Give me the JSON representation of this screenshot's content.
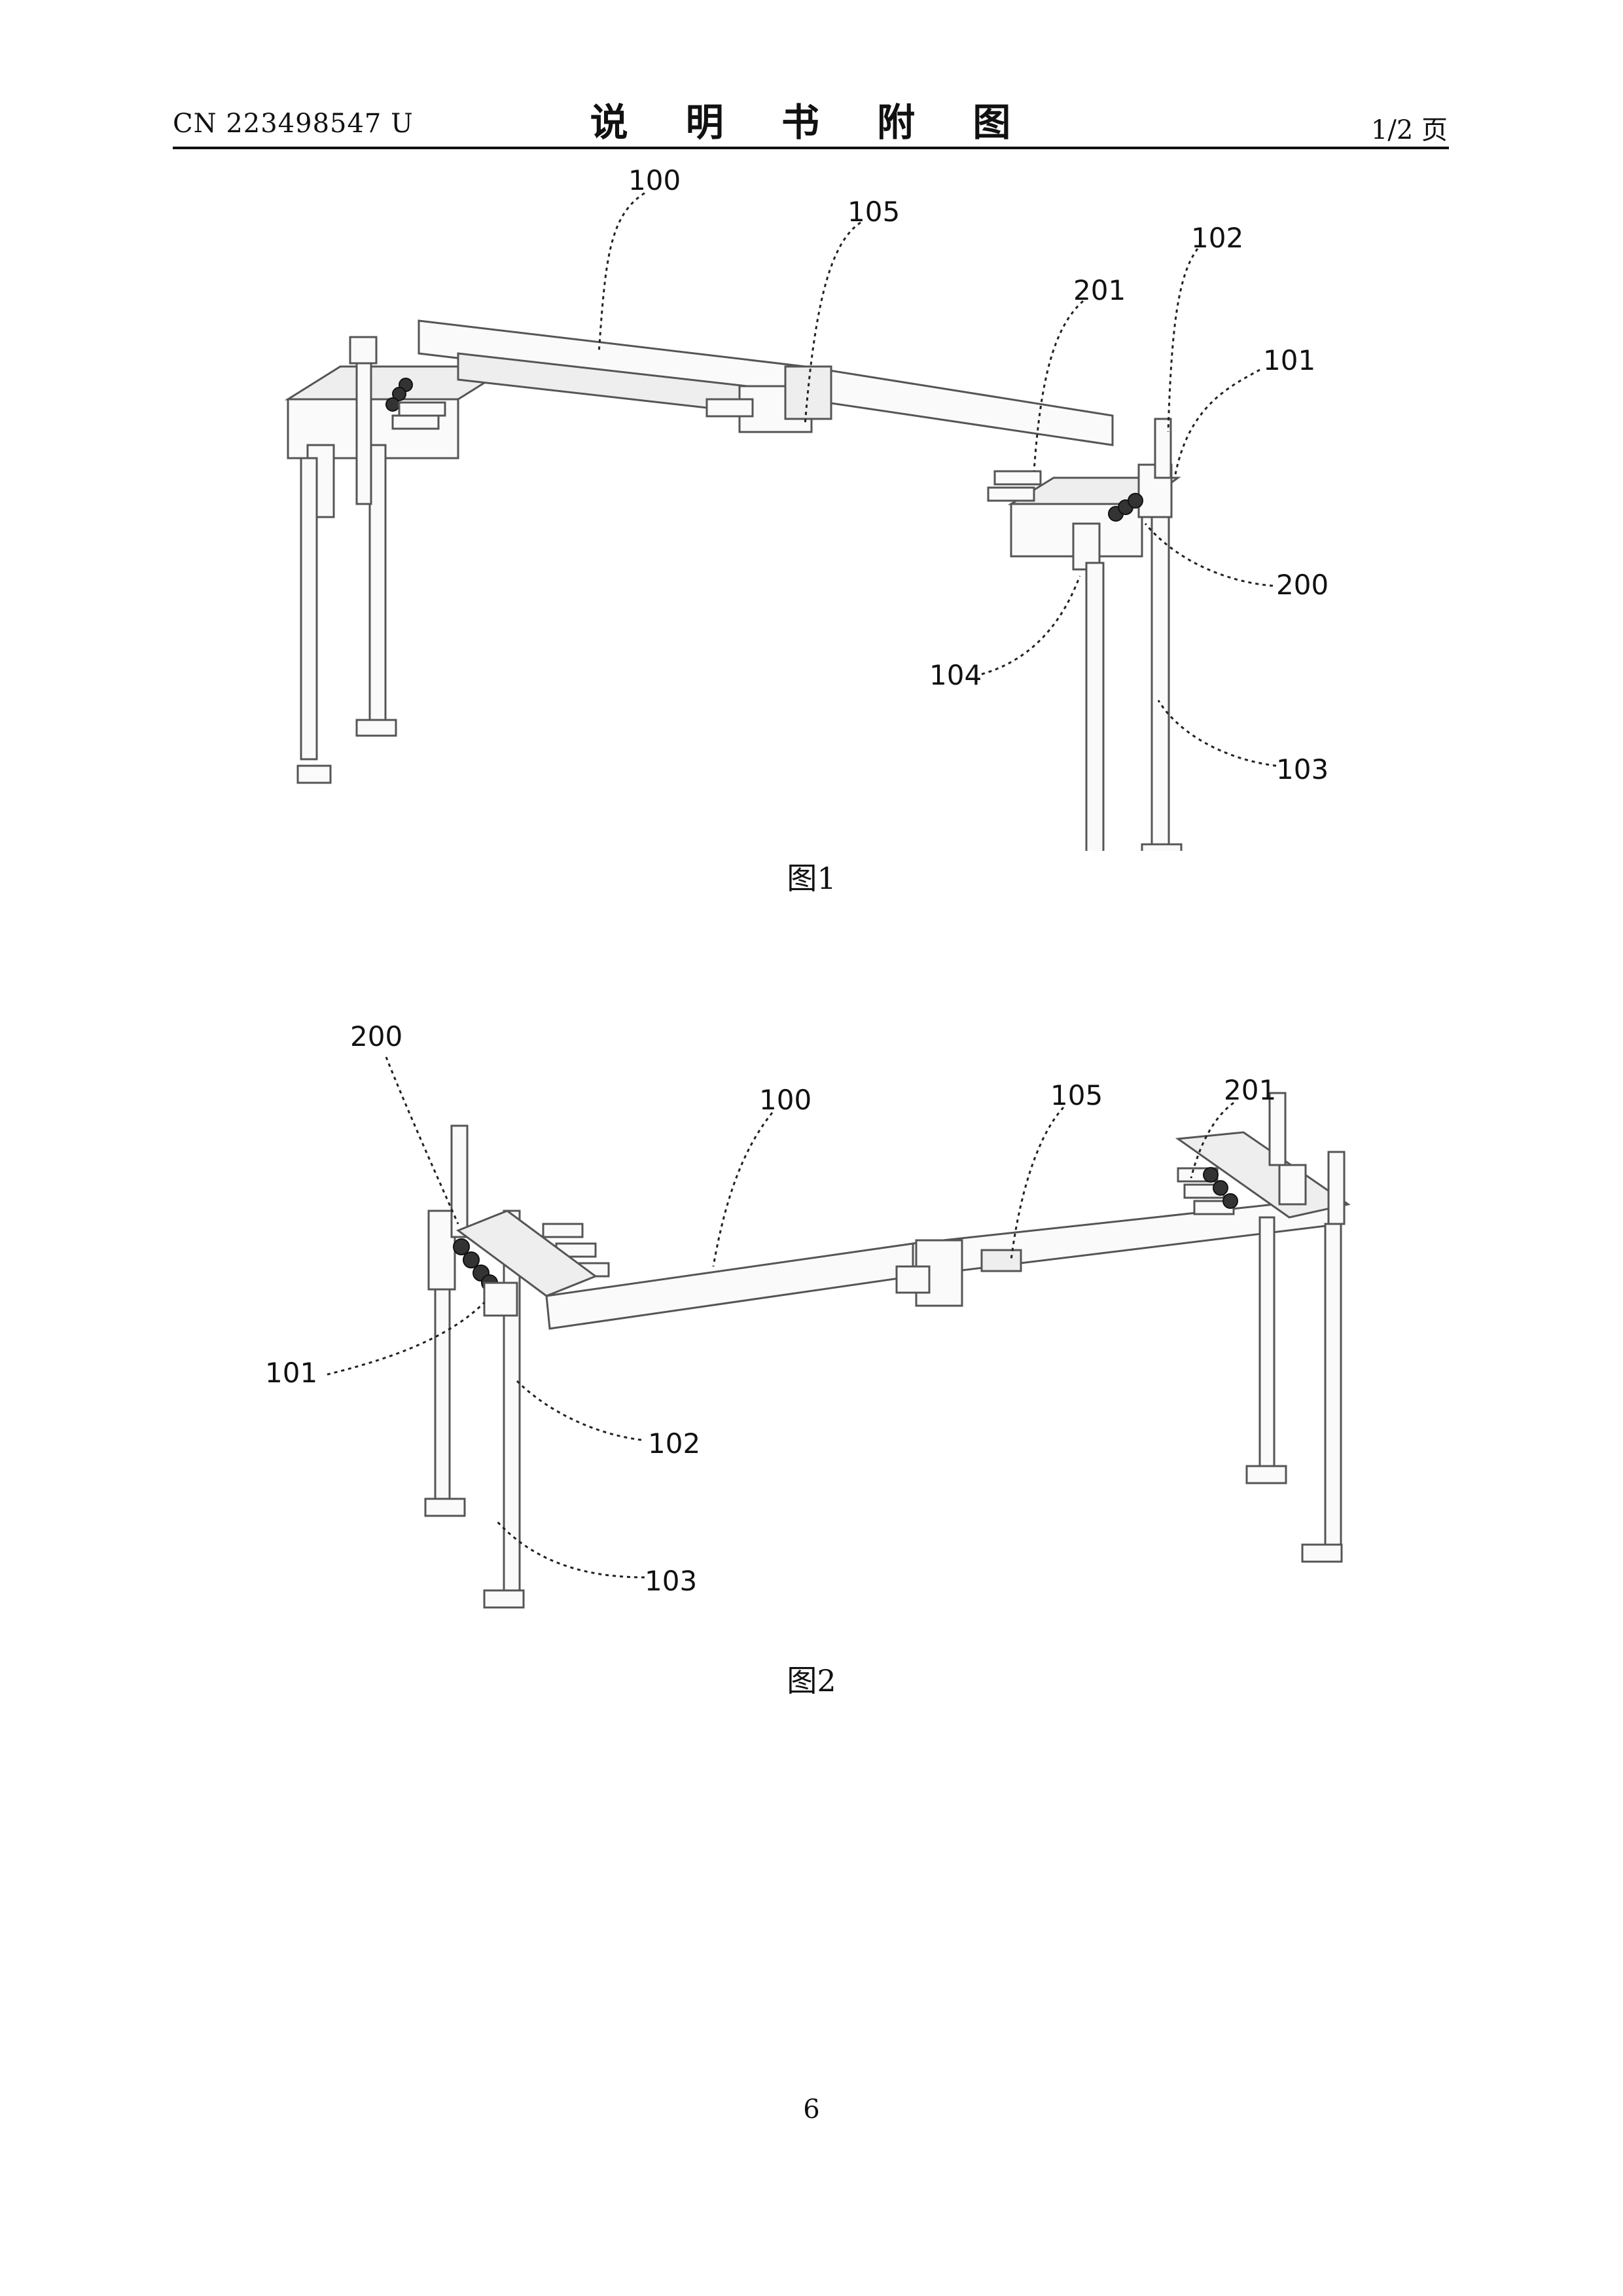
{
  "header": {
    "doc_number": "CN 223498547 U",
    "title": "说 明 书 附 图",
    "page_info": "1/2 页"
  },
  "figure1": {
    "caption": "图1",
    "labels": {
      "l100": "100",
      "l105": "105",
      "l102": "102",
      "l201": "201",
      "l101": "101",
      "l200": "200",
      "l104": "104",
      "l103": "103"
    }
  },
  "figure2": {
    "caption": "图2",
    "labels": {
      "l201": "201",
      "l200": "200",
      "l100": "100",
      "l105": "105",
      "l101": "101",
      "l102": "102",
      "l103": "103"
    }
  },
  "footer": {
    "page_number": "6"
  }
}
